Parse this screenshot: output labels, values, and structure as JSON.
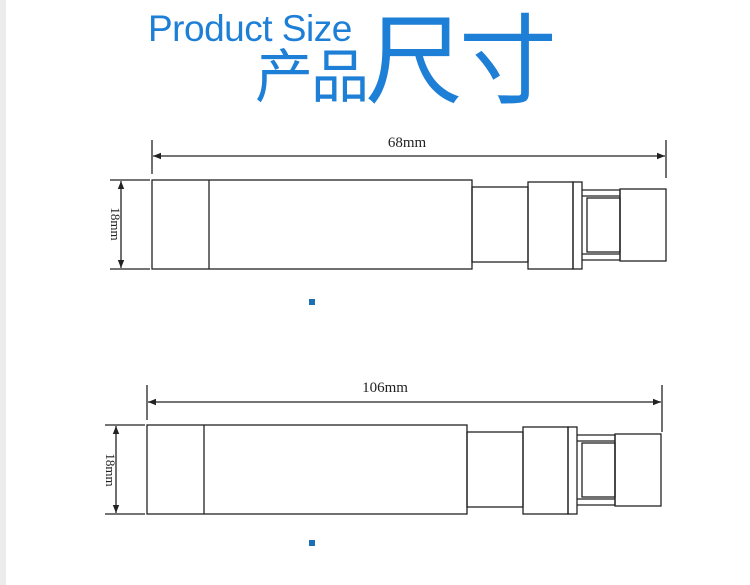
{
  "header": {
    "title_en": "Product Size",
    "title_cn_small": "产品",
    "title_cn_big": "尺寸"
  },
  "diagrams": [
    {
      "length_label": "68mm",
      "diameter_label": "18mm"
    },
    {
      "length_label": "106mm",
      "diameter_label": "18mm"
    }
  ],
  "colors": {
    "title": "#1e7fd6",
    "marker": "#1a6fb5",
    "stroke": "#222222"
  }
}
